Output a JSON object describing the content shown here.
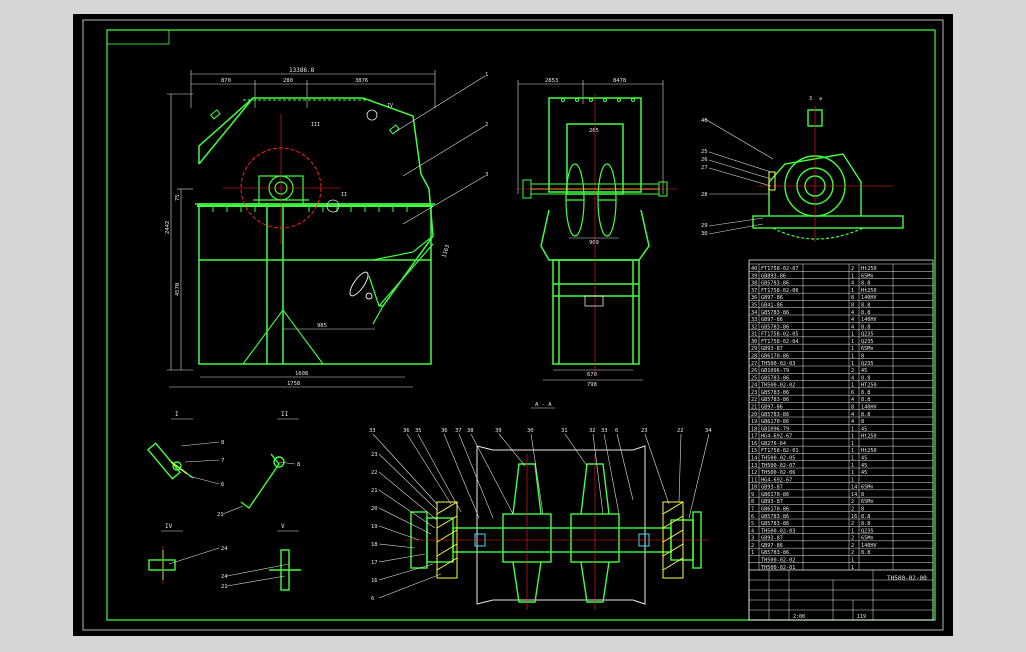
{
  "colors": {
    "background": "#000000",
    "frame": "#d6d6d6",
    "line": "#40ff40",
    "center": "#ff2020",
    "dim": "#e0e0e0",
    "text": "#e8e8e8",
    "alt": "#ffff40",
    "cyan": "#40e0ff"
  },
  "front_view": {
    "overall": "13386.8",
    "dims_top": [
      "870",
      "280",
      "3876"
    ],
    "dims_bottom": [
      "1608",
      "1758"
    ],
    "dims_left": [
      "75",
      "2442",
      "4570"
    ],
    "dims_right": [
      "1163"
    ],
    "inner_dim": "985",
    "callouts": [
      "1",
      "2",
      "3"
    ],
    "section_marks": [
      "III",
      "IV",
      "II"
    ]
  },
  "side_view": {
    "dims_top": [
      "2853",
      "8478"
    ],
    "dims": [
      "265",
      "909",
      "670",
      "798"
    ]
  },
  "section_callout": [
    "3",
    "a"
  ],
  "section_label": "A - A",
  "bottom_callouts_top": [
    "33",
    "36",
    "35",
    "36",
    "37",
    "38",
    "39",
    "30",
    "31",
    "32",
    "33",
    "6",
    "23",
    "22",
    "34"
  ],
  "bottom_callouts_left": [
    "23",
    "22",
    "21",
    "20",
    "19",
    "18",
    "17",
    "16",
    "6"
  ],
  "detail_labels": [
    "I",
    "II",
    "IV",
    "V"
  ],
  "detail_callouts": [
    "8",
    "7",
    "6",
    "8",
    "21",
    "24",
    "24",
    "21"
  ],
  "bearing_callouts": [
    "40",
    "25",
    "26",
    "27",
    "28",
    "29",
    "30"
  ],
  "parts_list": {
    "rows": [
      {
        "no": "40",
        "code": "FT1758-02-07",
        "qty": "2",
        "mat": "Ht250"
      },
      {
        "no": "39",
        "code": "GB893-86",
        "qty": "1",
        "mat": "65Mn"
      },
      {
        "no": "38",
        "code": "GB5783-86",
        "qty": "4",
        "mat": "8.8"
      },
      {
        "no": "37",
        "code": "FT1758-02-06",
        "qty": "1",
        "mat": "Ht250"
      },
      {
        "no": "36",
        "code": "GB97-86",
        "qty": "8",
        "mat": "140HV"
      },
      {
        "no": "35",
        "code": "GB41-86",
        "qty": "8",
        "mat": "8.8"
      },
      {
        "no": "34",
        "code": "GB5783-86",
        "qty": "4",
        "mat": "8.8"
      },
      {
        "no": "33",
        "code": "GB97-86",
        "qty": "4",
        "mat": "140HV"
      },
      {
        "no": "32",
        "code": "GB5783-86",
        "qty": "4",
        "mat": "8.8"
      },
      {
        "no": "31",
        "code": "FT1758-02-05",
        "qty": "1",
        "mat": "Q235"
      },
      {
        "no": "30",
        "code": "FT1758-02-04",
        "qty": "1",
        "mat": "Q235"
      },
      {
        "no": "29",
        "code": "GB93-87",
        "qty": "1",
        "mat": "65Mn"
      },
      {
        "no": "28",
        "code": "GB6170-86",
        "qty": "1",
        "mat": "8"
      },
      {
        "no": "27",
        "code": "TH500-02-03",
        "qty": "1",
        "mat": "Q235"
      },
      {
        "no": "26",
        "code": "GB1096-79",
        "qty": "2",
        "mat": "45"
      },
      {
        "no": "25",
        "code": "GB5783-86",
        "qty": "4",
        "mat": "8.8"
      },
      {
        "no": "24",
        "code": "TH500-02-02",
        "qty": "1",
        "mat": "HT250"
      },
      {
        "no": "23",
        "code": "GB5783-86",
        "qty": "6",
        "mat": "8.8"
      },
      {
        "no": "22",
        "code": "GB5783-86",
        "qty": "4",
        "mat": "8.8"
      },
      {
        "no": "21",
        "code": "GB97-86",
        "qty": "8",
        "mat": "140HV"
      },
      {
        "no": "20",
        "code": "GB5783-86",
        "qty": "4",
        "mat": "8.8"
      },
      {
        "no": "19",
        "code": "GB6170-86",
        "qty": "4",
        "mat": "8"
      },
      {
        "no": "18",
        "code": "GB1096-79",
        "qty": "1",
        "mat": "45"
      },
      {
        "no": "17",
        "code": "HG4-692-67",
        "qty": "1",
        "mat": "Ht250"
      },
      {
        "no": "16",
        "code": "GB276-64",
        "qty": "1",
        "mat": ""
      },
      {
        "no": "15",
        "code": "FT1758-02-01",
        "qty": "1",
        "mat": "Ht250"
      },
      {
        "no": "14",
        "code": "TH500-02-05",
        "qty": "1",
        "mat": "45"
      },
      {
        "no": "13",
        "code": "TH500-02-07",
        "qty": "1",
        "mat": "45"
      },
      {
        "no": "12",
        "code": "TH500-02-06",
        "qty": "1",
        "mat": "45"
      },
      {
        "no": "11",
        "code": "HG4-692-67",
        "qty": "1",
        "mat": ""
      },
      {
        "no": "10",
        "code": "GB93-87",
        "qty": "14",
        "mat": "65Mn"
      },
      {
        "no": "9",
        "code": "GB6170-86",
        "qty": "14",
        "mat": "8"
      },
      {
        "no": "8",
        "code": "GB93-87",
        "qty": "2",
        "mat": "65Mn"
      },
      {
        "no": "7",
        "code": "GB6170-86",
        "qty": "2",
        "mat": "8"
      },
      {
        "no": "6",
        "code": "GB5783-86",
        "qty": "16",
        "mat": "8.8"
      },
      {
        "no": "5",
        "code": "GB5783-86",
        "qty": "2",
        "mat": "8.8"
      },
      {
        "no": "4",
        "code": "TH500-02-03",
        "qty": "1",
        "mat": "Q235"
      },
      {
        "no": "3",
        "code": "GB93-87",
        "qty": "2",
        "mat": "65Mn"
      },
      {
        "no": "2",
        "code": "GB97-86",
        "qty": "2",
        "mat": "140HV"
      },
      {
        "no": "1",
        "code": "GB5783-86",
        "qty": "2",
        "mat": "8.8"
      },
      {
        "no": "",
        "code": "TH500-02-02",
        "qty": "1",
        "mat": ""
      },
      {
        "no": "",
        "code": "TH500-02-01",
        "qty": "1",
        "mat": ""
      }
    ]
  },
  "title_block": {
    "drawing_no": "TH500-02-00",
    "small_left": "2:00",
    "small_right": "119"
  }
}
